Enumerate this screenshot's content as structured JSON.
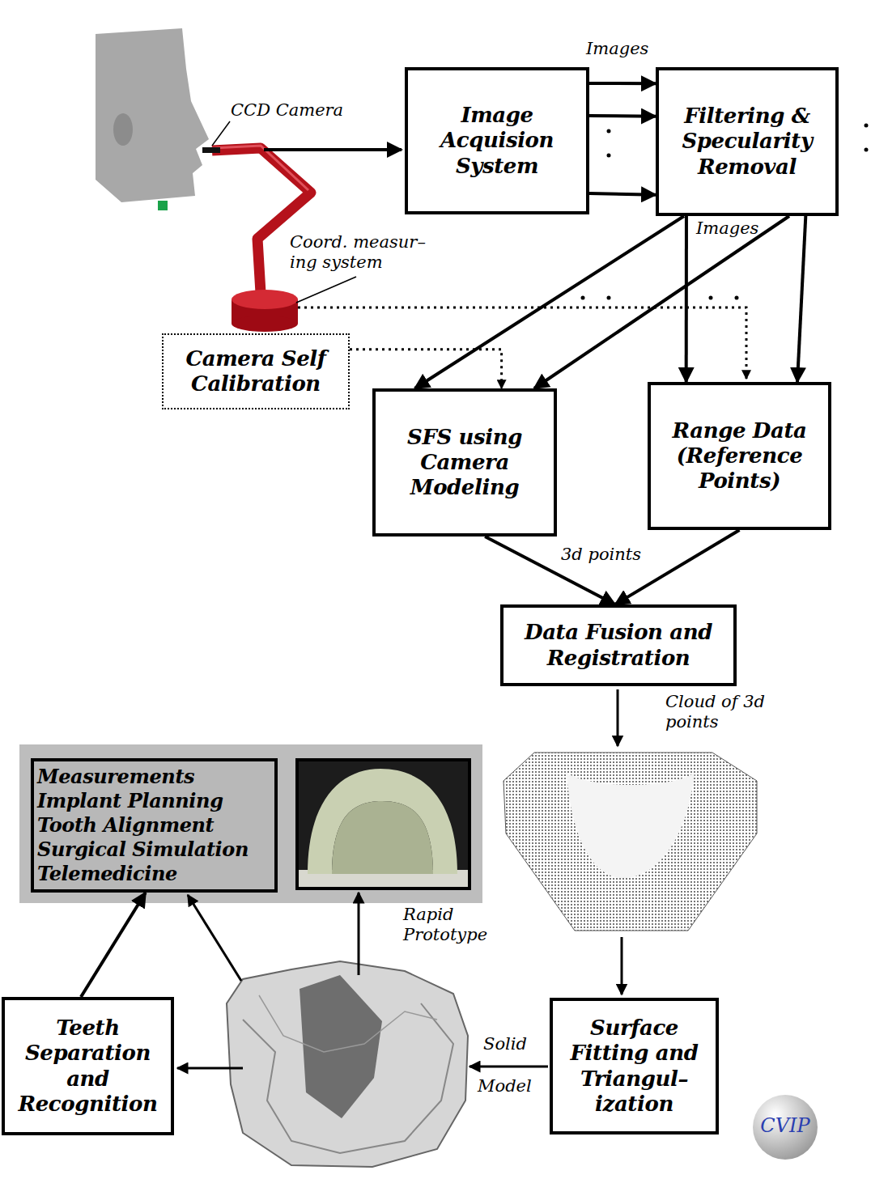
{
  "diagram": {
    "nodes": [
      {
        "text": [
          "Image Acquision System"
        ]
      },
      {
        "text": [
          "Filtering & Specularity Removal"
        ]
      },
      {
        "text": [
          "Camera Self Calibration"
        ]
      },
      {
        "text": [
          "SFS using Camera Modeling"
        ]
      },
      {
        "text": [
          "Range Data (Reference Points)"
        ]
      },
      {
        "text": [
          "Data Fusion and Registration"
        ]
      },
      {
        "text": [
          "Measurements",
          "Implant Planning",
          "Tooth Alignment",
          "Surgical Simulation",
          "Telemedicine"
        ]
      },
      {
        "text": [
          "Teeth Separation and Recognition"
        ]
      },
      {
        "text": [
          "Surface Fitting and Triangul– ization"
        ]
      }
    ],
    "edges": [
      {
        "from": 0,
        "to": 1,
        "label": "Images",
        "arrow": "to"
      },
      {
        "from": 0,
        "to": 1,
        "arrow": "to"
      },
      {
        "from": 0,
        "to": 1,
        "arrow": "to"
      },
      {
        "from": 1,
        "to": 3,
        "arrow": "to"
      },
      {
        "from": 1,
        "to": 3,
        "arrow": "to"
      },
      {
        "from": 1,
        "to": 4,
        "label": "Images",
        "arrow": "to"
      },
      {
        "from": 1,
        "to": 4,
        "arrow": "to"
      },
      {
        "from": 2,
        "to": 3,
        "arrow": "to"
      },
      {
        "from": 3,
        "to": 5,
        "label": "3d points",
        "arrow": "to"
      },
      {
        "from": 4,
        "to": 5,
        "arrow": "to"
      },
      {
        "from": 7,
        "to": 6,
        "arrow": "to"
      }
    ],
    "labels": [
      "CCD Camera",
      "Coord. measur– ing system",
      "Cloud of 3d points",
      "Rapid Prototype",
      "Solid",
      "Model",
      "CVIP"
    ]
  }
}
